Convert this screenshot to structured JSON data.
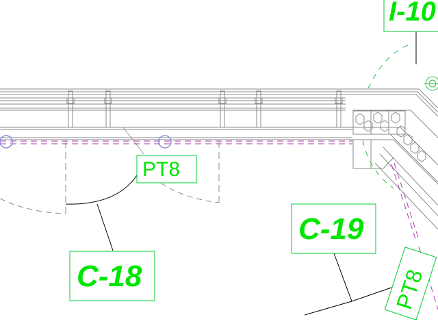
{
  "colors": {
    "background": "#ffffff",
    "linework": "#8a8a8a",
    "leader": "#000000",
    "tag_text": "#00e600",
    "tag_border": "#00cc33",
    "dashed_magenta": "#b03cb0",
    "marker_circle": "#8a8cd8",
    "green_dashed": "#2fbf4a"
  },
  "tags": {
    "i10": "I-10",
    "c18": "C-18",
    "c19": "C-19",
    "pt8_a": "PT8",
    "pt8_b": "PT8"
  }
}
